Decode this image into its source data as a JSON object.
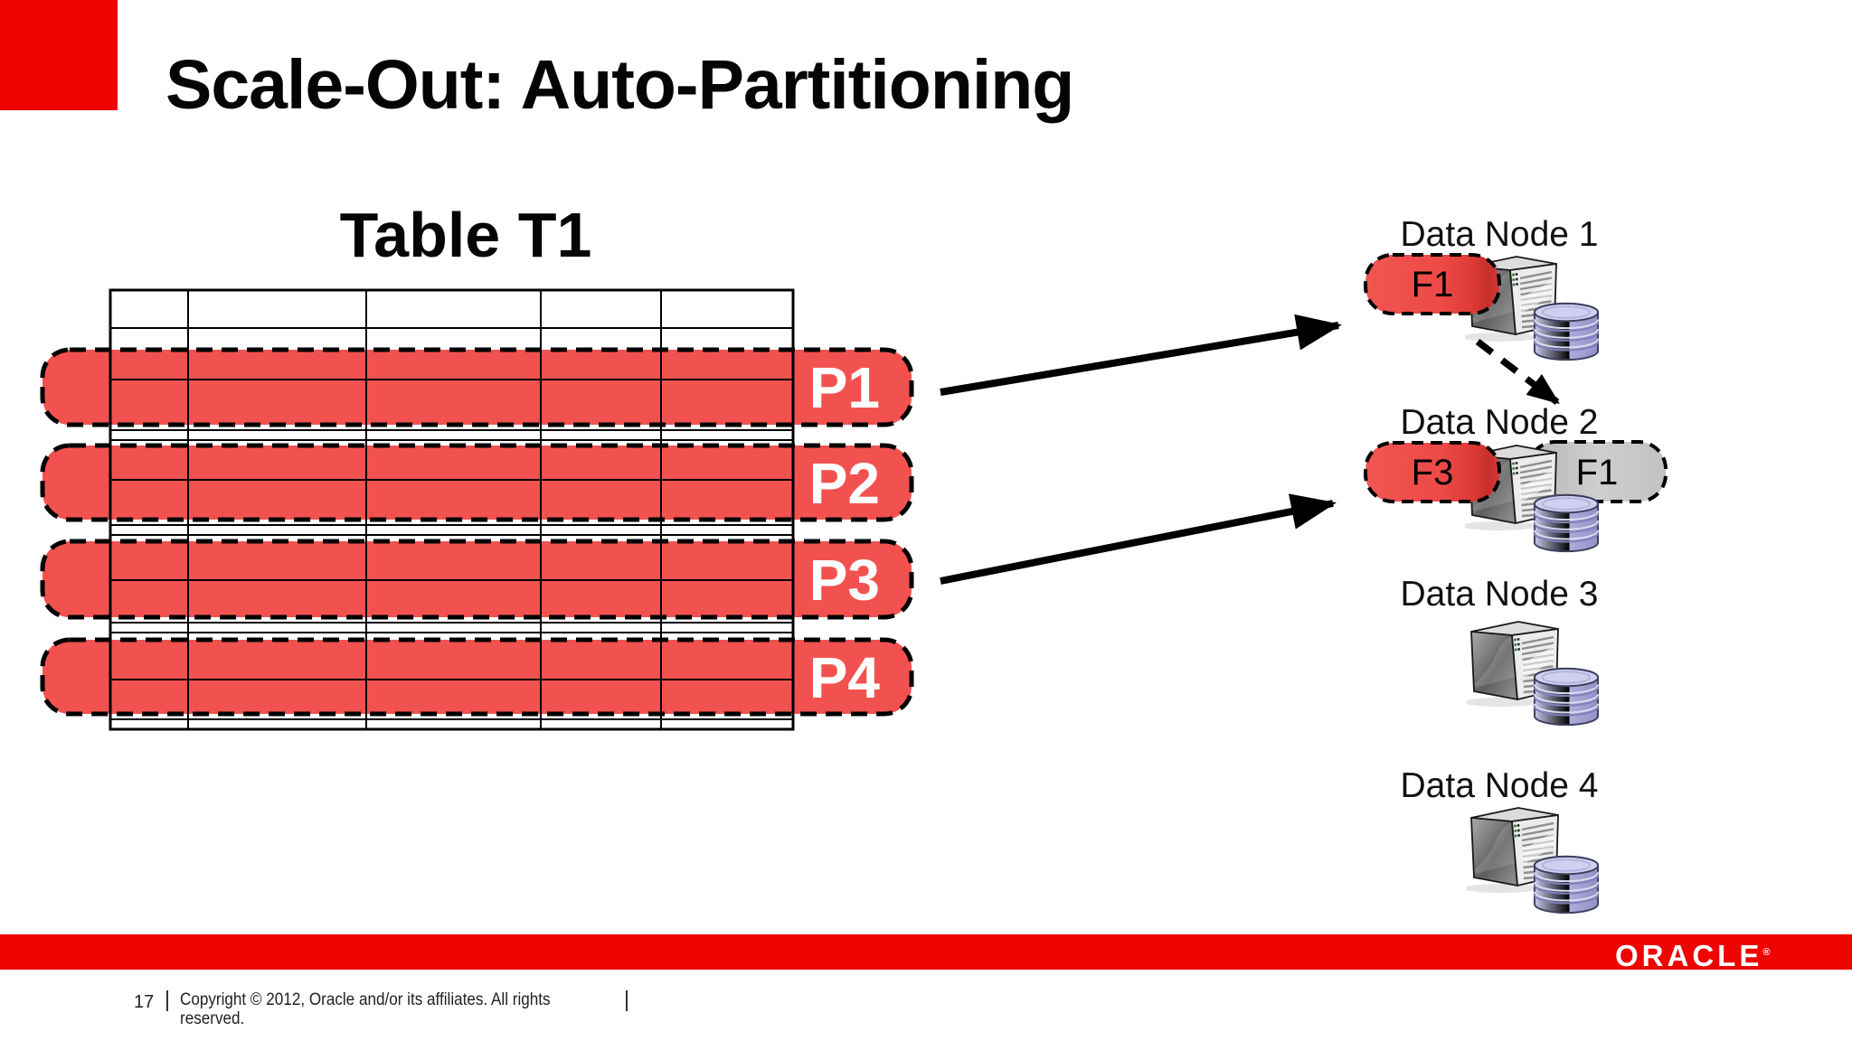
{
  "slide": {
    "title": "Scale-Out: Auto-Partitioning",
    "table": {
      "title": "Table T1",
      "partitions": [
        {
          "label": "P1"
        },
        {
          "label": "P2"
        },
        {
          "label": "P3"
        },
        {
          "label": "P4"
        }
      ]
    },
    "data_nodes": [
      {
        "label": "Data Node 1",
        "fragments": [
          {
            "label": "F1",
            "kind": "primary"
          }
        ]
      },
      {
        "label": "Data Node 2",
        "fragments": [
          {
            "label": "F3",
            "kind": "primary"
          },
          {
            "label": "F1",
            "kind": "replica"
          }
        ]
      },
      {
        "label": "Data Node 3",
        "fragments": []
      },
      {
        "label": "Data Node 4",
        "fragments": []
      }
    ],
    "footer": {
      "page_number": "17",
      "copyright_line1": "Copyright © 2012, Oracle and/or its affiliates. All rights",
      "copyright_line2": "reserved.",
      "logo_text": "ORACLE",
      "registered_mark": "®"
    },
    "colors": {
      "accent_red": "#ee0400",
      "band_red": "#f2524f",
      "fragment_red": "#ee4340",
      "fragment_replica_gray": "#c9c9c9",
      "database_lavender": "#b0b0dc"
    }
  }
}
